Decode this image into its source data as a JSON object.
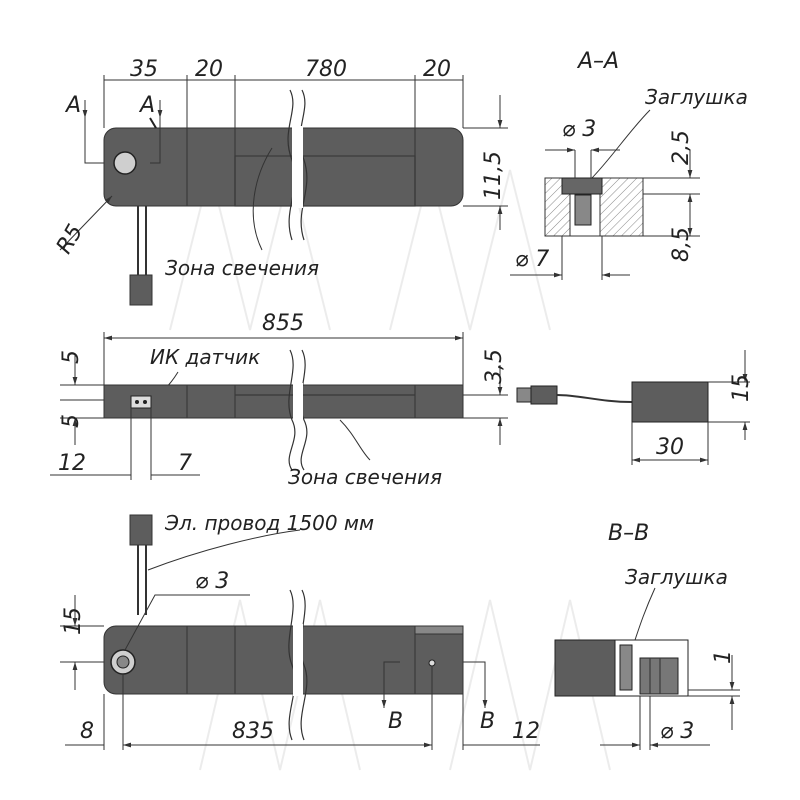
{
  "top_view": {
    "dims": [
      "35",
      "20",
      "780",
      "20"
    ],
    "height": "11,5",
    "radius": "R5",
    "section_mark": "A",
    "zone_label": "Зона свечения"
  },
  "section_aa": {
    "title": "A–A",
    "plug_label": "Заглушка",
    "d3": "⌀ 3",
    "d7": "⌀ 7",
    "h1": "2,5",
    "h2": "8,5"
  },
  "front_view": {
    "length": "855",
    "sensor_label": "ИК датчик",
    "dim_left_top": "5",
    "dim_left_bottom": "5",
    "dim_right": "3,5",
    "dim_12": "12",
    "dim_7": "7",
    "zone_label": "Зона свечения"
  },
  "driver": {
    "height": "15",
    "width": "30"
  },
  "bottom_view": {
    "wire_label": "Эл. провод 1500 мм",
    "d3": "⌀ 3",
    "h15": "15",
    "dim_8": "8",
    "dim_835": "835",
    "dim_12": "12",
    "section_mark": "B"
  },
  "section_bb": {
    "title": "B–B",
    "plug_label": "Заглушка",
    "dim_1": "1",
    "d3": "⌀ 3"
  }
}
